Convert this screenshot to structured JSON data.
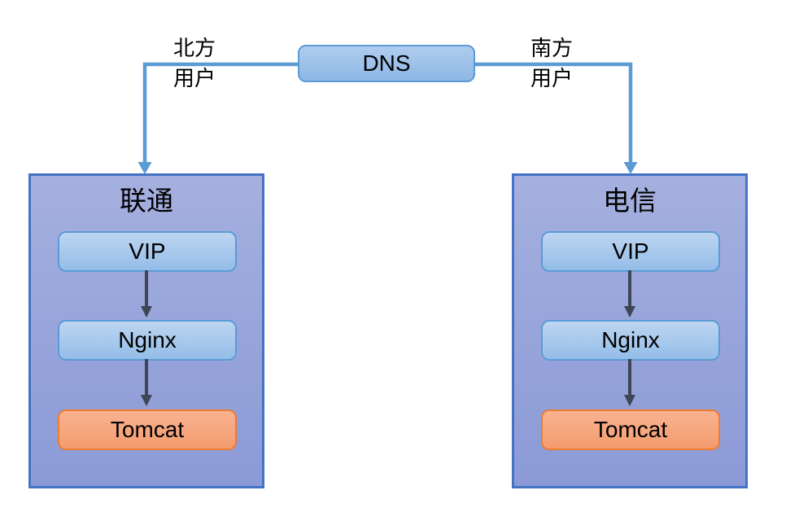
{
  "diagram": {
    "dns_node": {
      "label": "DNS"
    },
    "north_users_label": {
      "line1": "北方",
      "line2": "用户"
    },
    "south_users_label": {
      "line1": "南方",
      "line2": "用户"
    },
    "clusters": [
      {
        "title": "联通",
        "nodes": [
          {
            "label": "VIP"
          },
          {
            "label": "Nginx"
          },
          {
            "label": "Tomcat"
          }
        ]
      },
      {
        "title": "电信",
        "nodes": [
          {
            "label": "VIP"
          },
          {
            "label": "Nginx"
          },
          {
            "label": "Tomcat"
          }
        ]
      }
    ],
    "colors": {
      "connector_blue": "#5B9BD5",
      "inner_arrow": "#3E4555",
      "cluster_border": "#4472C4",
      "cluster_fill_top": "#A5B0DF",
      "cluster_fill_bottom": "#8B9AD6",
      "blue_node_border": "#5B9BD5",
      "blue_node_fill_top": "#BDD5F1",
      "blue_node_fill_bottom": "#94BDE8",
      "orange_node_border": "#ED7D31",
      "orange_node_fill_top": "#F9B290",
      "orange_node_fill_bottom": "#F39C6E",
      "text_color": "#000000"
    }
  }
}
